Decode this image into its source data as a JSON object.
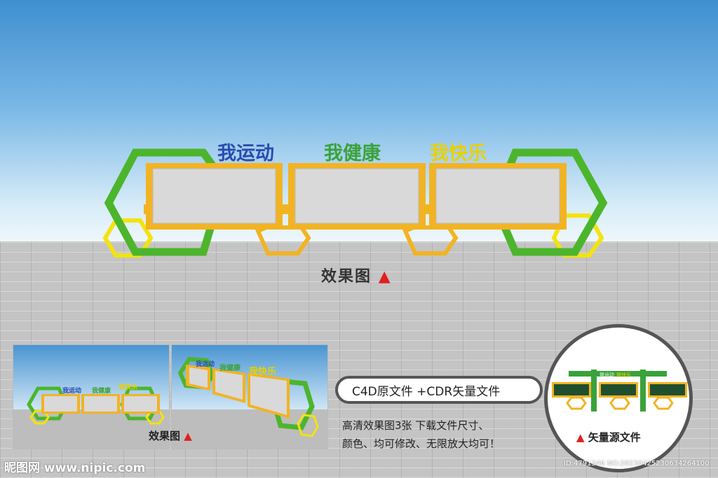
{
  "scene": {
    "headings": [
      "我运动",
      "我健康",
      "我快乐"
    ],
    "heading_colors": [
      "#2b4bb0",
      "#3aa23a",
      "#e8d000"
    ],
    "frame_color": "#f2b323",
    "hex_green": "#4cb52c",
    "hex_yellow": "#f3e30f",
    "caption": "效果图",
    "caption_marker": "▲"
  },
  "thumbnails": {
    "thumb1_headings": [
      "我运动",
      "我健康",
      "我快乐"
    ],
    "thumb2_headings": [
      "我运动",
      "我健康",
      "我快乐"
    ],
    "caption": "效果图",
    "caption_marker": "▲"
  },
  "info": {
    "pill_text": "C4D原文件 +CDR矢量文件",
    "desc_line1": "高清效果图3张 下载文件尺寸、",
    "desc_line2": "颜色、均可修改、无限放大均可！"
  },
  "vector_panel": {
    "small_headings": [
      "我运动",
      "我快乐"
    ],
    "label": "矢量源文件",
    "marker": "▲"
  },
  "watermark": {
    "site": "昵图网 www.nipic.com",
    "id_text": "ID:4791346 NO:20230425230634264100"
  }
}
